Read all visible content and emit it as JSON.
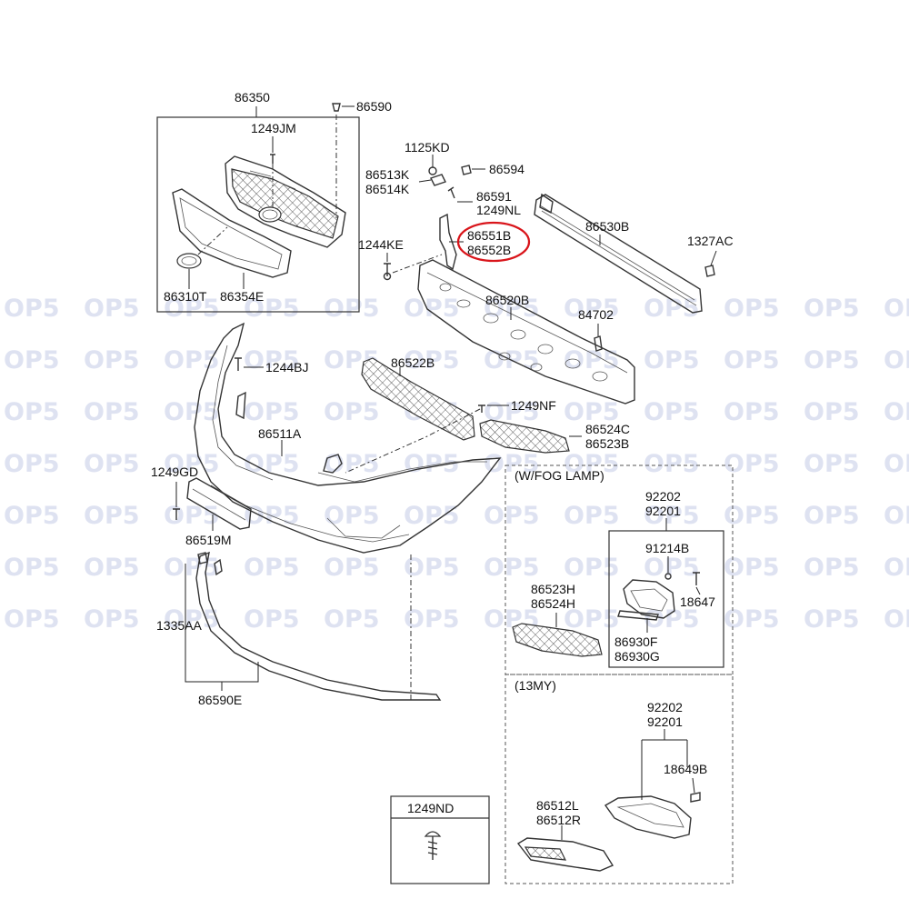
{
  "watermark": "OP5",
  "highlight_color": "#d9151b",
  "labels": {
    "p86350": "86350",
    "p86590": "86590",
    "p1249JM": "1249JM",
    "p86310T": "86310T",
    "p86354E": "86354E",
    "p1125KD": "1125KD",
    "p86513K": "86513K",
    "p86514K": "86514K",
    "p86594": "86594",
    "p86591": "86591",
    "p1249NL": "1249NL",
    "p86551B": "86551B",
    "p86552B": "86552B",
    "p86530B": "86530B",
    "p1327AC": "1327AC",
    "p1244KE": "1244KE",
    "p86520B": "86520B",
    "p84702": "84702",
    "p1244BJ": "1244BJ",
    "p86522B": "86522B",
    "p1249NF": "1249NF",
    "p86511A": "86511A",
    "p86524C": "86524C",
    "p86523B": "86523B",
    "p1249GD": "1249GD",
    "p86519M": "86519M",
    "p1335AA": "1335AA",
    "p86590E": "86590E",
    "fog_title": "(W/FOG LAMP)",
    "p92202a": "92202",
    "p92201a": "92201",
    "p91214B": "91214B",
    "p18647": "18647",
    "p86523H": "86523H",
    "p86524H": "86524H",
    "p86930F": "86930F",
    "p86930G": "86930G",
    "my13_title": "(13MY)",
    "p92202b": "92202",
    "p92201b": "92201",
    "p18649B": "18649B",
    "p86512L": "86512L",
    "p86512R": "86512R",
    "p1249ND": "1249ND"
  }
}
